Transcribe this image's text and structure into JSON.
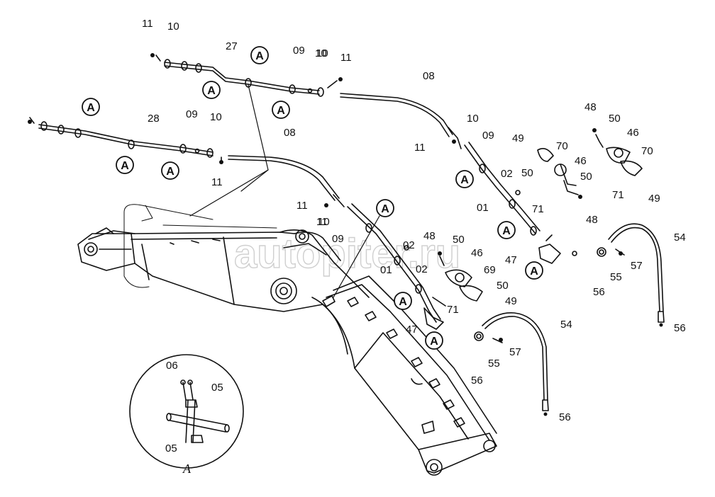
{
  "diagram": {
    "watermark": "autopiter.ru",
    "detail_view_label": "A",
    "callout_letter": "A",
    "part_labels": [
      "11",
      "10",
      "27",
      "11",
      "10",
      "28",
      "09",
      "10",
      "11",
      "08",
      "09",
      "10",
      "11",
      "08",
      "10",
      "11",
      "09",
      "01",
      "02",
      "11",
      "10",
      "09",
      "01",
      "02",
      "02",
      "48",
      "50",
      "46",
      "69",
      "71",
      "47",
      "50",
      "49",
      "48",
      "50",
      "46",
      "70",
      "50",
      "49",
      "71",
      "70",
      "49",
      "46",
      "50",
      "71",
      "48",
      "47",
      "54",
      "57",
      "55",
      "56",
      "56",
      "54",
      "57",
      "55",
      "56",
      "56",
      "06",
      "05",
      "05"
    ]
  }
}
